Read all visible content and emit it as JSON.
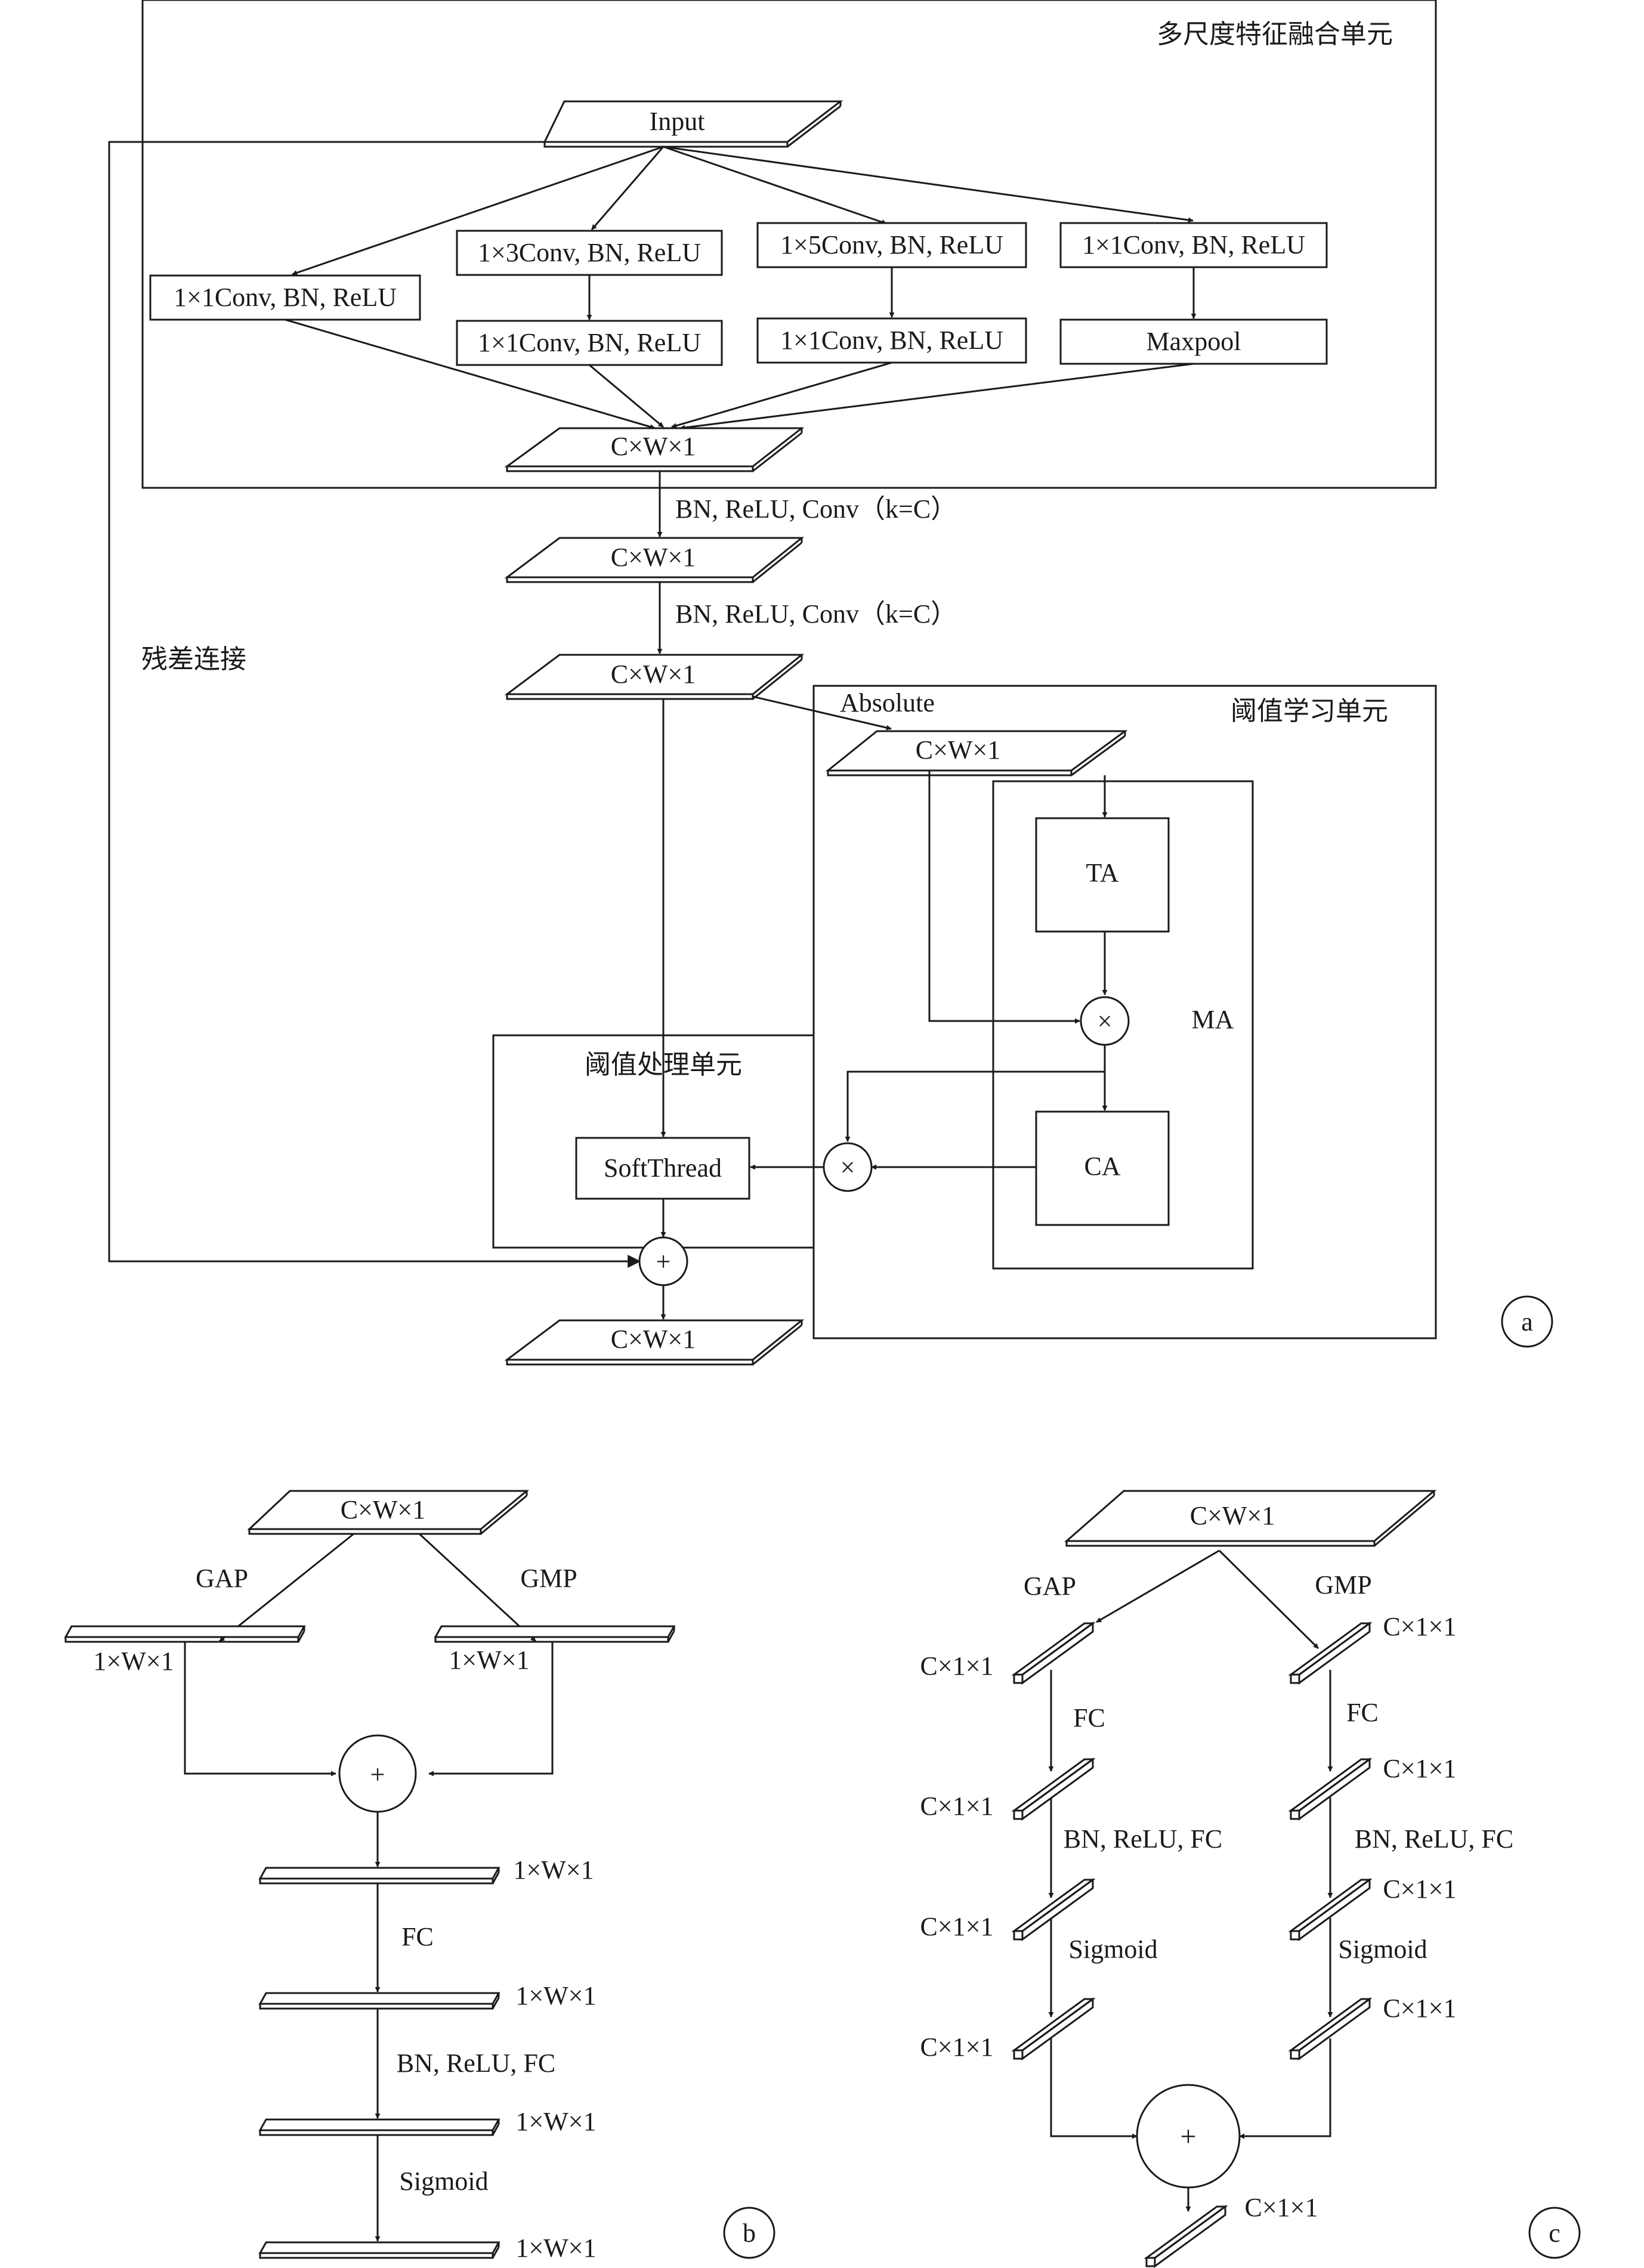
{
  "panel_a": {
    "msfu_title": "多尺度特征融合单元",
    "input": "Input",
    "b1_conv": "1×1Conv, BN, ReLU",
    "b2_conv1": "1×3Conv, BN, ReLU",
    "b2_conv2": "1×1Conv, BN, ReLU",
    "b3_conv1": "1×5Conv, BN, ReLU",
    "b3_conv2": "1×1Conv, BN, ReLU",
    "b4_conv": "1×1Conv, BN, ReLU",
    "b4_pool": "Maxpool",
    "merge": "C×W×1",
    "op1": "BN, ReLU, Conv（k=C）",
    "feat2": "C×W×1",
    "op2": "BN, ReLU, Conv（k=C）",
    "feat3": "C×W×1",
    "residual": "残差连接",
    "absolute": "Absolute",
    "tlu_title": "阈值学习单元",
    "tlu_feat": "C×W×1",
    "ta": "TA",
    "ma": "MA",
    "ca": "CA",
    "mul": "×",
    "tpu_title": "阈值处理单元",
    "softthread": "SoftThread",
    "add": "+",
    "output": "C×W×1",
    "label": "a"
  },
  "panel_b": {
    "input": "C×W×1",
    "gap": "GAP",
    "gmp": "GMP",
    "left_feat": "1×W×1",
    "right_feat": "1×W×1",
    "add": "+",
    "f1": "1×W×1",
    "fc": "FC",
    "f2": "1×W×1",
    "bn": "BN, ReLU, FC",
    "f3": "1×W×1",
    "sigmoid": "Sigmoid",
    "f4": "1×W×1",
    "label": "b"
  },
  "panel_c": {
    "input": "C×W×1",
    "gap": "GAP",
    "gmp": "GMP",
    "l1": "C×1×1",
    "l2": "C×1×1",
    "l3": "C×1×1",
    "l4": "C×1×1",
    "r1": "C×1×1",
    "r2": "C×1×1",
    "r3": "C×1×1",
    "r4": "C×1×1",
    "fc_left": "FC",
    "fc_right": "FC",
    "bn_left": "BN, ReLU, FC",
    "bn_right": "BN, ReLU, FC",
    "sig_left": "Sigmoid",
    "sig_right": "Sigmoid",
    "add": "+",
    "out": "C×1×1",
    "label": "c"
  }
}
